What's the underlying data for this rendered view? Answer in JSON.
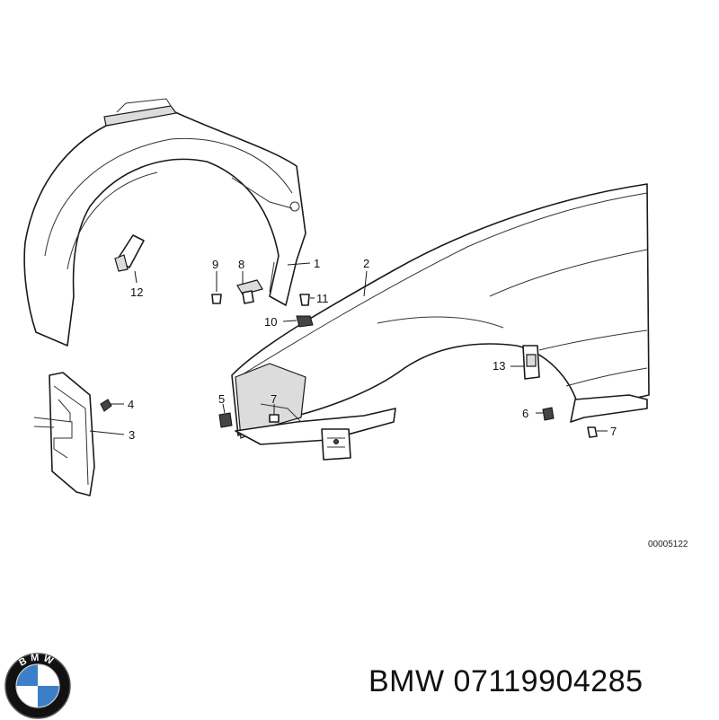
{
  "diagram": {
    "reference_number": "00005122",
    "callouts": {
      "c1": "1",
      "c2": "2",
      "c3": "3",
      "c4": "4",
      "c5": "5",
      "c6": "6",
      "c7a": "7",
      "c7b": "7",
      "c8": "8",
      "c9": "9",
      "c10": "10",
      "c11": "11",
      "c12": "12",
      "c13": "13"
    }
  },
  "logo": {
    "letters": "BMW",
    "colors": {
      "blue": "#3a7fc8",
      "black": "#111111",
      "white": "#ffffff"
    }
  },
  "caption": {
    "brand": "BMW",
    "part_number": "07119904285"
  }
}
